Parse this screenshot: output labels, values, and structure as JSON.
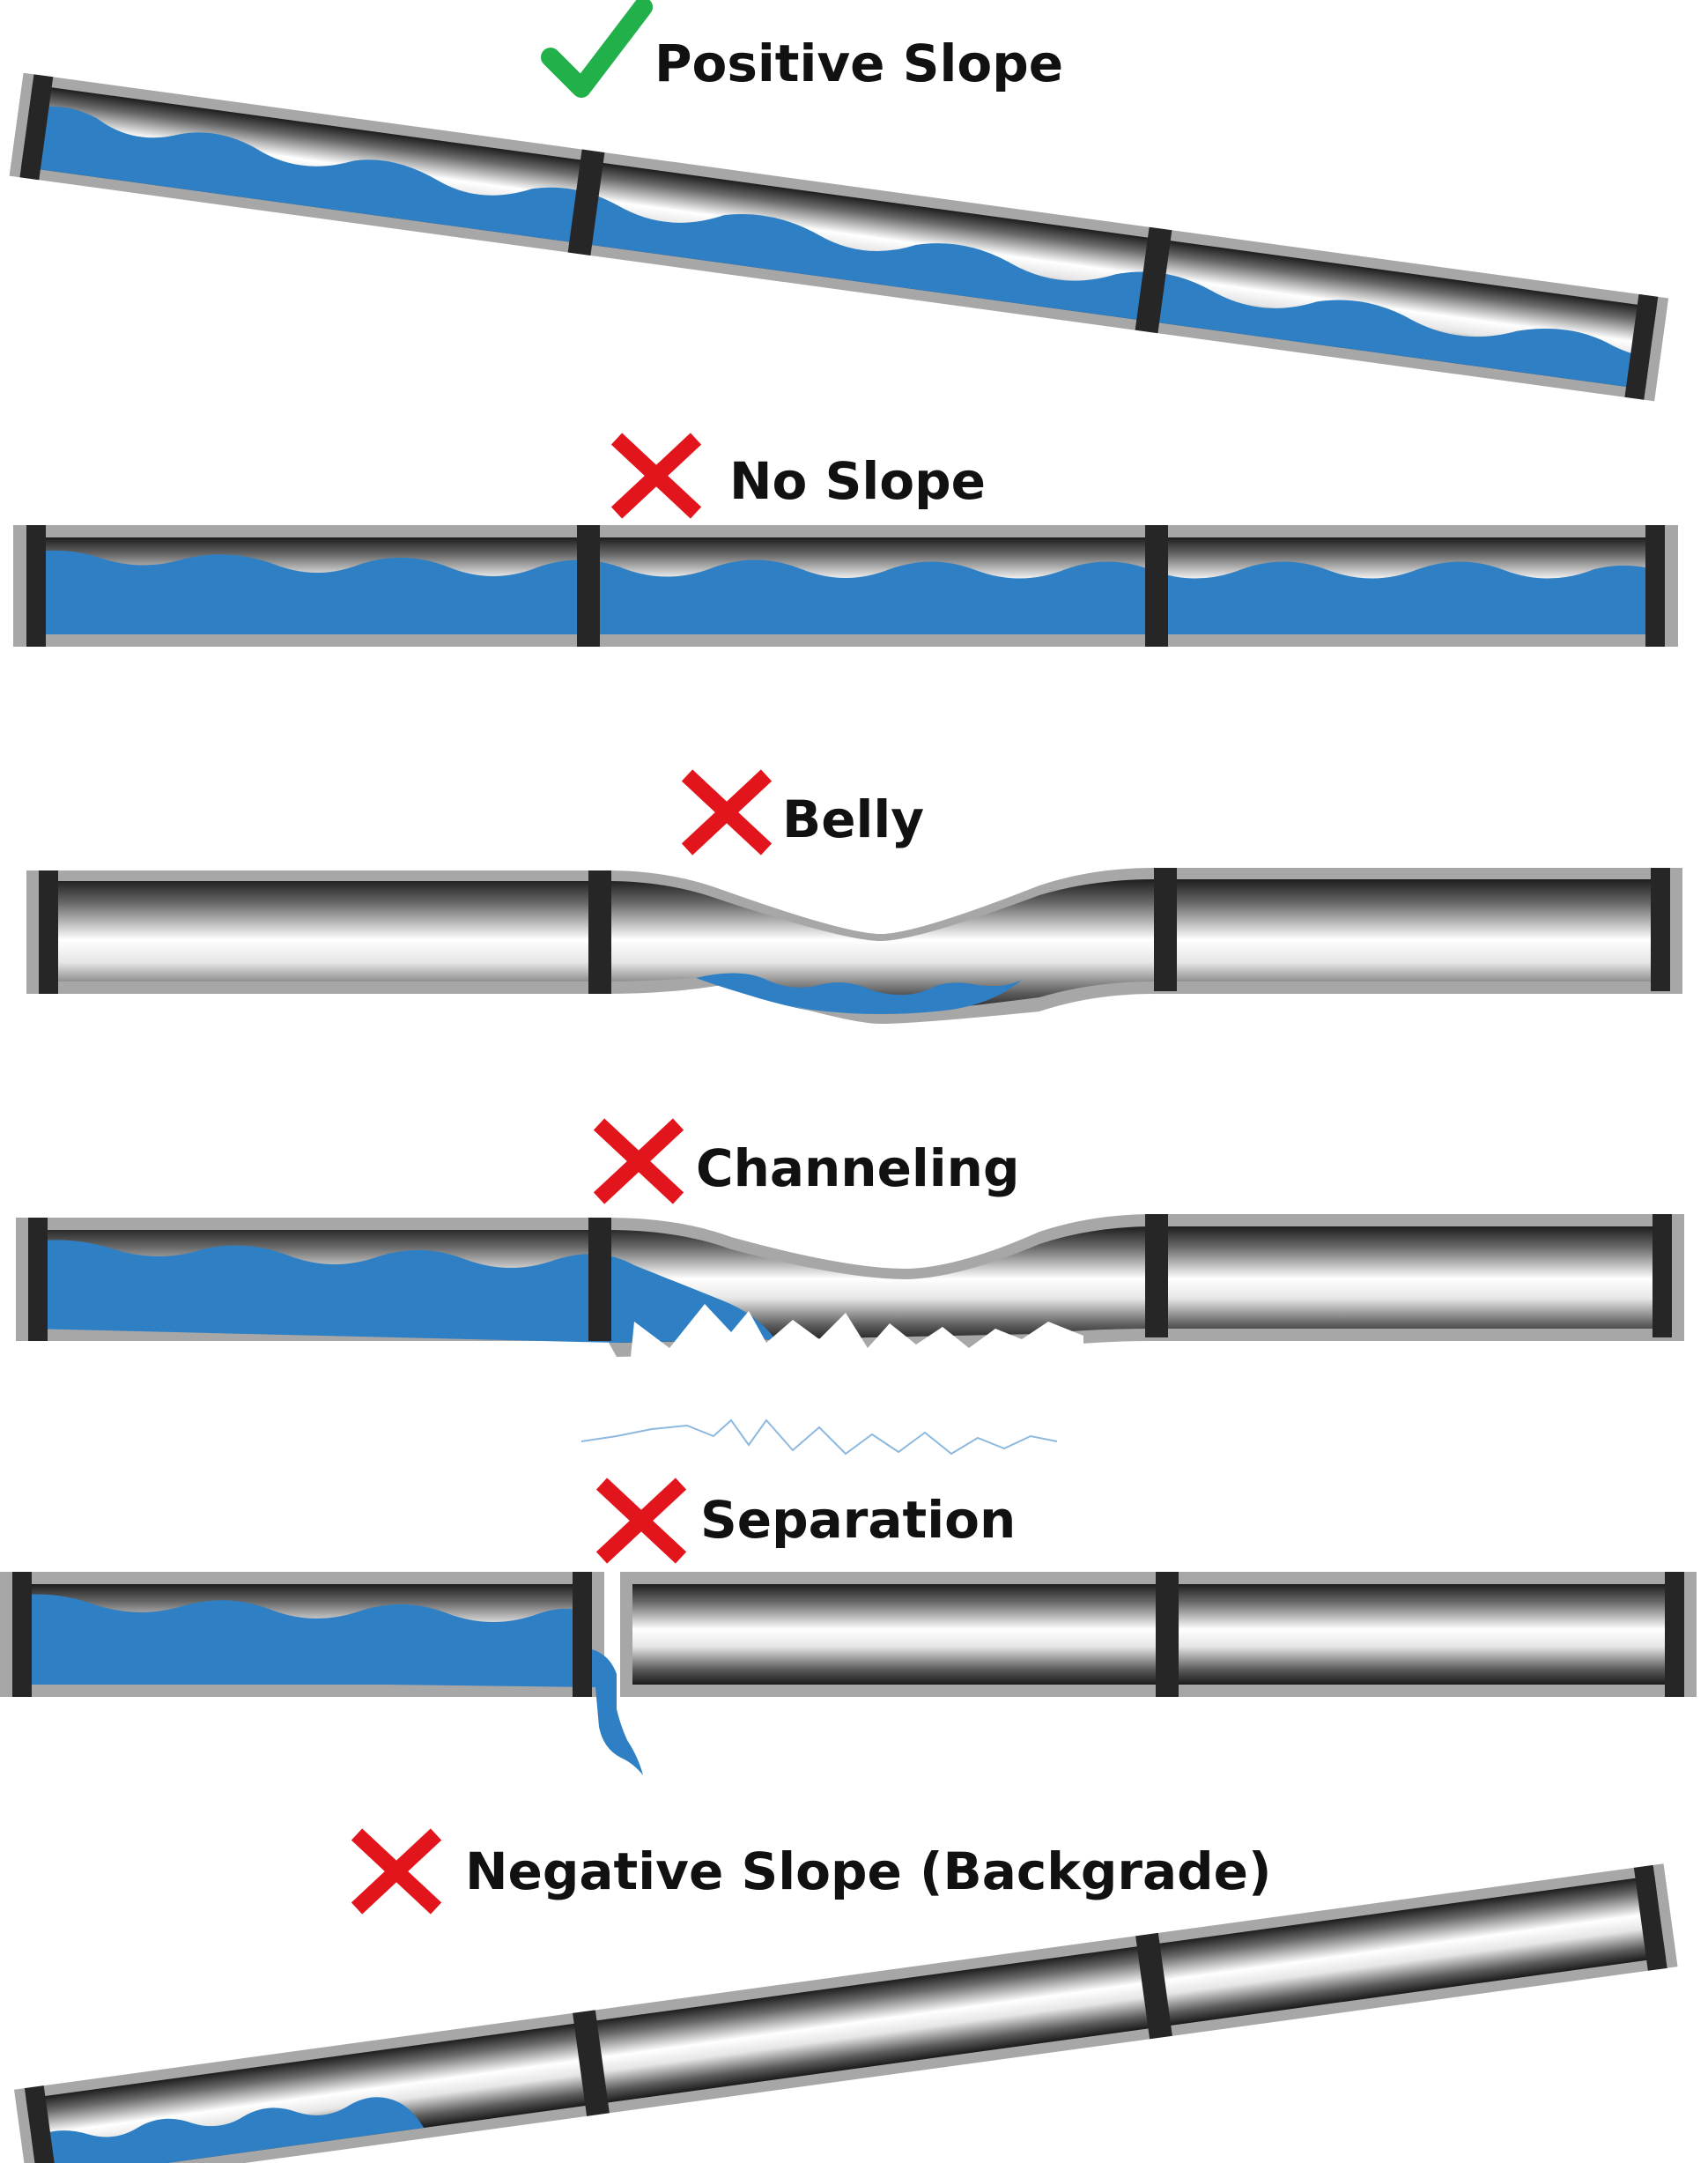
{
  "colors": {
    "check": "#22b04a",
    "cross": "#e3151c",
    "water": "#2f7fc4",
    "outline": "#a7a7a7",
    "pipe_dark": "#2a2a2a",
    "pipe_light": "#ffffff"
  },
  "panels": [
    {
      "label": "Positive Slope",
      "status": "correct",
      "icon": "check-icon",
      "water": "flowing"
    },
    {
      "label": "No Slope",
      "status": "incorrect",
      "icon": "cross-icon",
      "water": "standing"
    },
    {
      "label": "Belly",
      "status": "incorrect",
      "icon": "cross-icon",
      "water": "pooled-in-sag"
    },
    {
      "label": "Channeling",
      "status": "incorrect",
      "icon": "cross-icon",
      "water": "channeling-through-broken-section"
    },
    {
      "label": "Separation",
      "status": "incorrect",
      "icon": "cross-icon",
      "water": "leaking-at-gap"
    },
    {
      "label": "Negative Slope (Backgrade)",
      "status": "incorrect",
      "icon": "cross-icon",
      "water": "collected-at-low-end"
    }
  ]
}
